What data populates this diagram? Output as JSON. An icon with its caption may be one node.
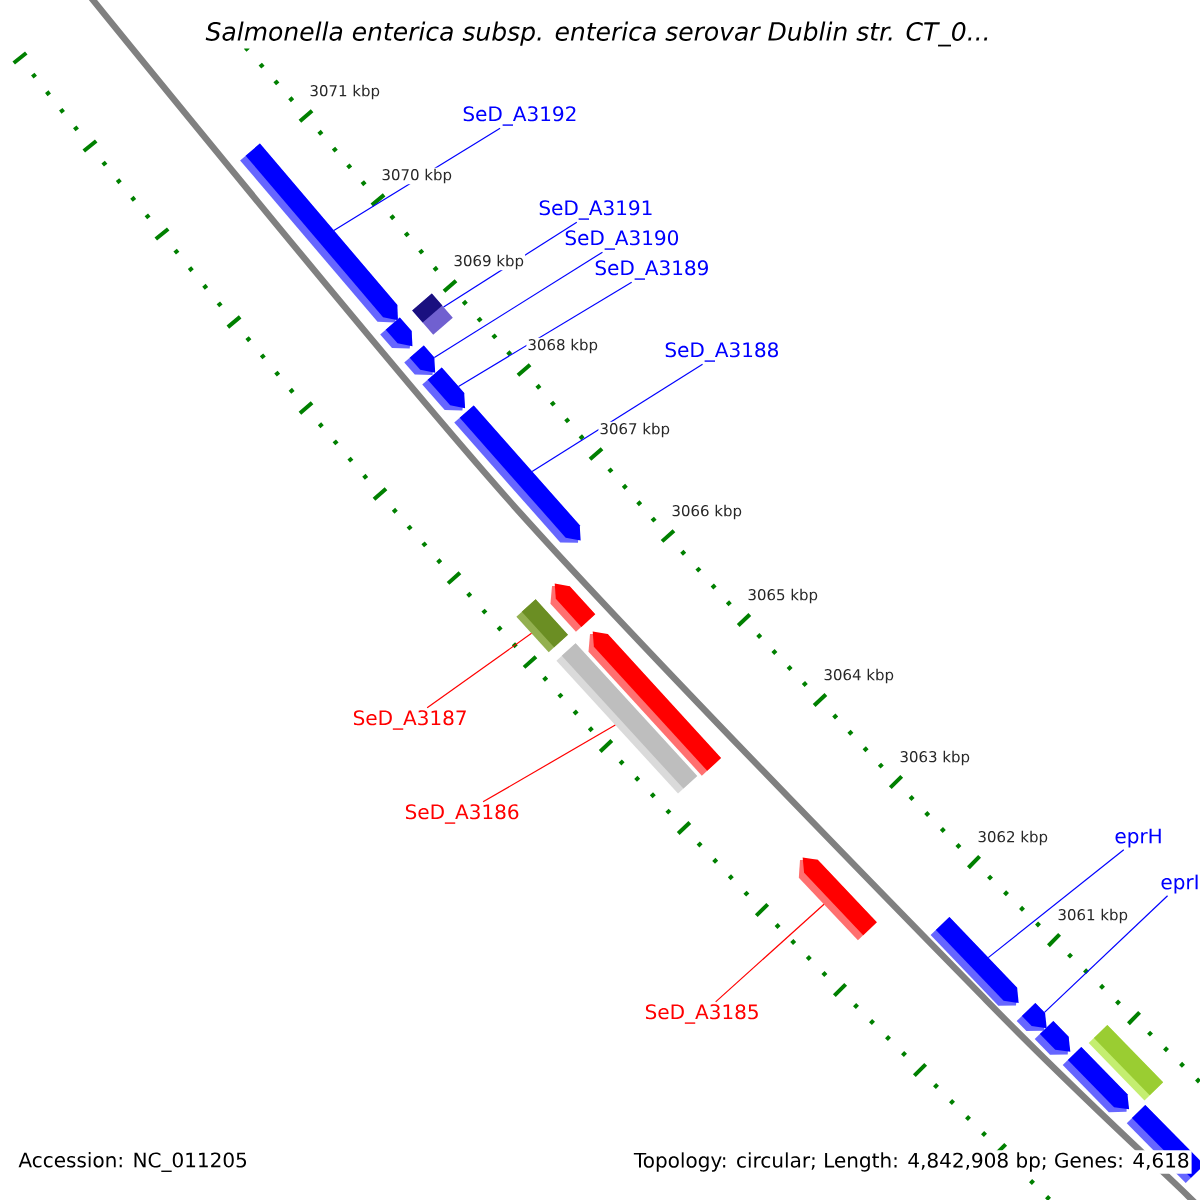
{
  "diagram": {
    "title": "Salmonella enterica subsp. enterica serovar Dublin str. CT_0...",
    "nodes": [
      {
        "text": [
          "SeD_A3192"
        ]
      },
      {
        "text": [
          "SeD_A3191"
        ]
      },
      {
        "text": [
          "SeD_A3190"
        ]
      },
      {
        "text": [
          "SeD_A3189"
        ]
      },
      {
        "text": [
          "SeD_A3188"
        ]
      },
      {
        "text": [
          "SeD_A3187"
        ]
      },
      {
        "text": [
          "SeD_A3186"
        ]
      },
      {
        "text": [
          "SeD_A3185"
        ]
      },
      {
        "text": [
          "eprH"
        ]
      },
      {
        "text": [
          "eprI"
        ]
      },
      {
        "text": [],
        "shape": "pentagon"
      },
      {
        "text": [],
        "shape": "box"
      },
      {
        "text": [],
        "shape": "pentagon"
      },
      {
        "text": [],
        "shape": "pentagon"
      },
      {
        "text": [],
        "shape": "pentagon"
      },
      {
        "text": [],
        "shape": "pentagon"
      },
      {
        "text": [],
        "shape": "pentagon"
      },
      {
        "text": [],
        "shape": "box"
      },
      {
        "text": [],
        "shape": "pentagon"
      },
      {
        "text": [],
        "shape": "box"
      },
      {
        "text": [],
        "shape": "pentagon"
      },
      {
        "text": [],
        "shape": "pentagon"
      },
      {
        "text": [],
        "shape": "pentagon"
      },
      {
        "text": [],
        "shape": "pentagon"
      },
      {
        "text": [],
        "shape": "pentagon"
      },
      {
        "text": [],
        "shape": "box"
      },
      {
        "text": [],
        "shape": "box"
      }
    ],
    "edges": [
      {
        "from": 0,
        "to": 10,
        "arrow": "none"
      },
      {
        "from": 1,
        "to": 11,
        "arrow": "none"
      },
      {
        "from": 2,
        "to": 13,
        "arrow": "none"
      },
      {
        "from": 3,
        "to": 14,
        "arrow": "none"
      },
      {
        "from": 4,
        "to": 15,
        "arrow": "none"
      },
      {
        "from": 5,
        "to": 17,
        "arrow": "none",
        "color": "#ff0000"
      },
      {
        "from": 6,
        "to": 19,
        "arrow": "none",
        "color": "#ff0000"
      },
      {
        "from": 7,
        "to": 20,
        "arrow": "none",
        "color": "#ff0000"
      },
      {
        "from": 8,
        "to": 21,
        "arrow": "none"
      },
      {
        "from": 9,
        "to": 22,
        "arrow": "none"
      }
    ],
    "labels": [
      "3071 kbp",
      "3070 kbp",
      "3069 kbp",
      "3068 kbp",
      "3067 kbp",
      "3066 kbp",
      "3065 kbp",
      "3064 kbp",
      "3063 kbp",
      "3062 kbp",
      "3061 kbp",
      "Accession: NC_011205",
      "Topology: circular; Length: 4,842,908 bp; Genes: 4,618"
    ]
  }
}
